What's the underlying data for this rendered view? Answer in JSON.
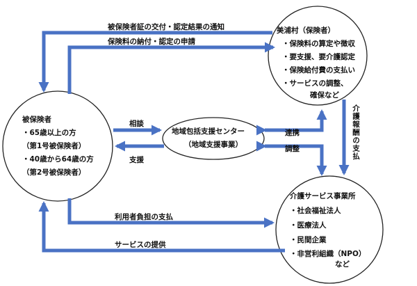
{
  "insured": {
    "title": "被保険者",
    "items": [
      "・65歳以上の方",
      "（第1号被保険者）",
      "・40歳から64歳の方",
      "（第2号被保険者）"
    ]
  },
  "municipality": {
    "title": "美浦村（保険者）",
    "items": [
      "・保険料の算定や徴収",
      "・要支援、要介護認定",
      "・保険給付費の支払い",
      "・サービスの調整、",
      "確保など"
    ]
  },
  "center": {
    "title": "地域包括支援センター",
    "subtitle": "（地域支援事業）"
  },
  "providers": {
    "title": "介護サービス事業所",
    "items": [
      "・社会福祉法人",
      "・医療法人",
      "・民間企業",
      "・非営利組織（NPO）",
      "など"
    ]
  },
  "flows": {
    "notice": "被保険者証の交付・認定結果の通知",
    "payment_application": "保険料の納付・認定の申請",
    "consultation": "相談",
    "support": "支援",
    "cooperation": "連携",
    "coordination": "調整",
    "care_fee_payment": "介護報酬の支払",
    "copayment": "利用者負担の支払",
    "service_provision": "サービスの提供"
  },
  "colors": {
    "arrow": "#4a72c4",
    "outline": "#222222"
  }
}
